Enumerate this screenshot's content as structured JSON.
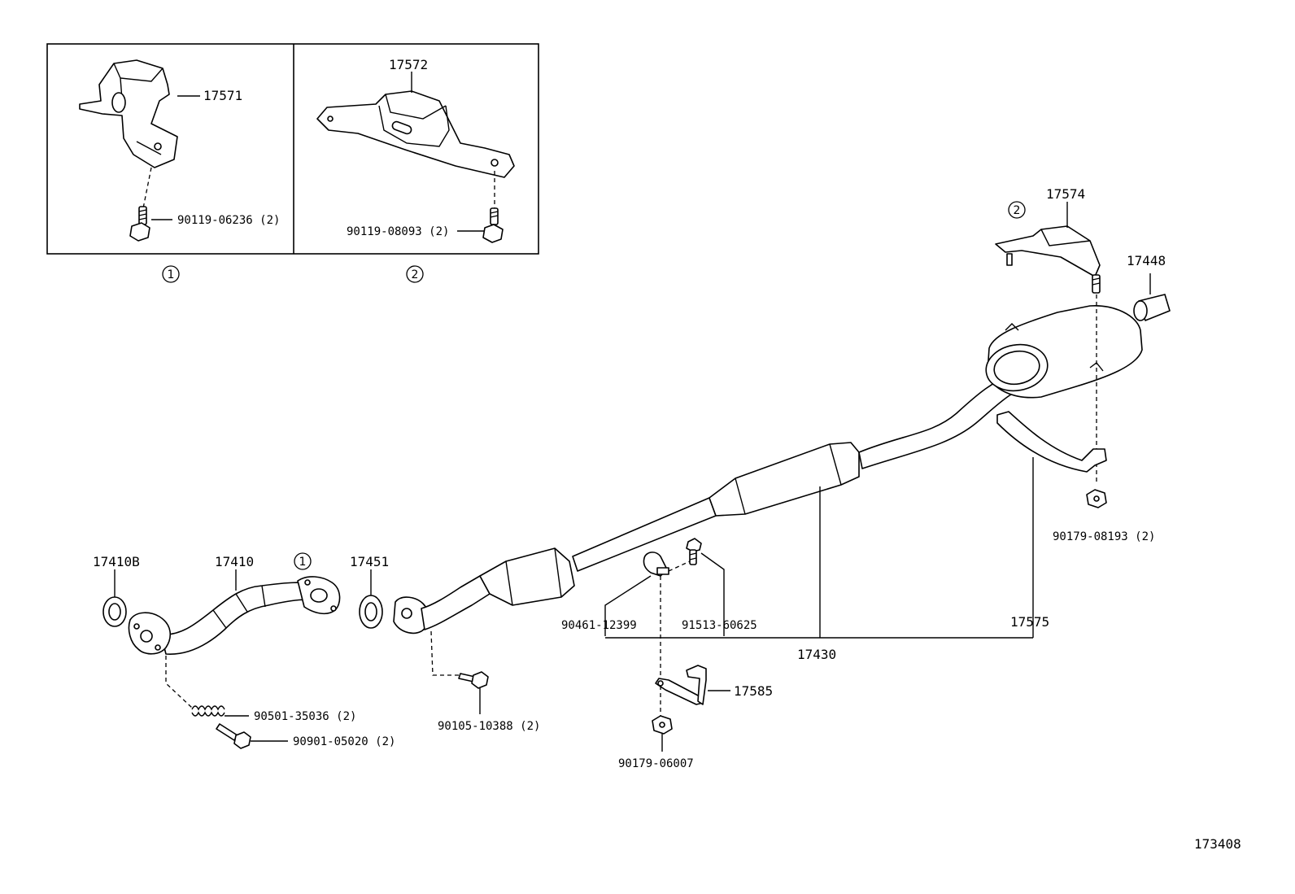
{
  "diagram": {
    "code": "173408",
    "ref_marks": {
      "one": "1",
      "two": "2"
    },
    "inset_parts": {
      "p17571": "17571",
      "p17572": "17572",
      "bolt_a": "90119-06236 (2)",
      "bolt_b": "90119-08093 (2)"
    },
    "parts": {
      "p17410b": "17410B",
      "p17410": "17410",
      "p17451": "17451",
      "p17574": "17574",
      "p17448": "17448",
      "nut_a": "90179-08193 (2)",
      "clamp": "90461-12399",
      "bolt_c": "91513-60625",
      "p17575": "17575",
      "p17430": "17430",
      "p17585": "17585",
      "nut_b": "90179-06007",
      "spring": "90501-35036 (2)",
      "bolt_d": "90901-05020 (2)",
      "bolt_e": "90105-10388 (2)"
    }
  }
}
